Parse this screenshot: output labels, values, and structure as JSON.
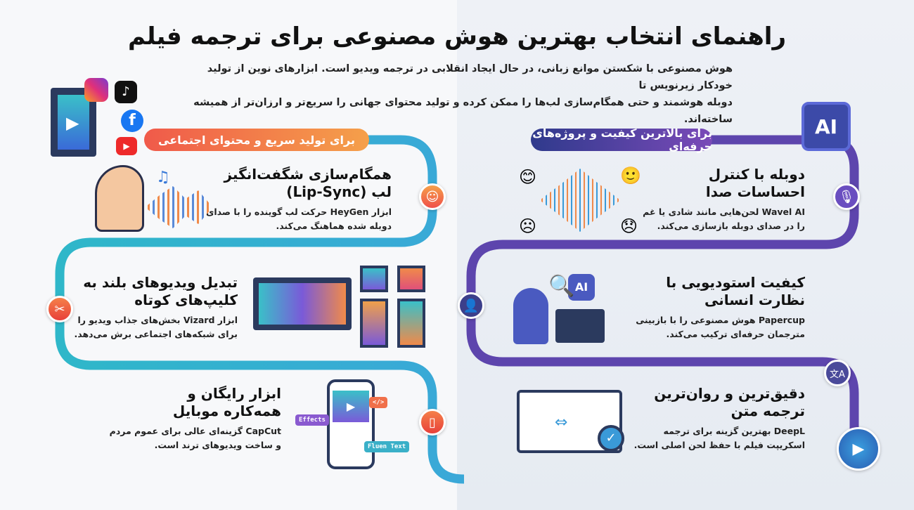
{
  "title": "راهنمای انتخاب بهترین هوش مصنوعی برای ترجمه فیلم",
  "intro": {
    "line1": "هوش مصنوعی با شکستن موانع زبانی، در حال ایجاد انقلابی در ترجمه ویدیو است. ابزارهای نوین از تولید خودکار زیرنویس تا",
    "line2": "دوبله هوشمند و حتی همگام‌سازی لب‌ها را ممکن کرده و تولید محتوای جهانی را سریع‌تر و ارزان‌تر از همیشه ساخته‌اند."
  },
  "left_section": {
    "label": "برای تولید سریع و محتوای اجتماعی",
    "color": "#f0704a",
    "items": [
      {
        "title1": "همگام‌سازی شگفت‌انگیز",
        "title2": "لب (Lip-Sync)",
        "body1": "ابزار HeyGen حرکت لب گوینده را با صدای",
        "body2": "دوبله شده هماهنگ می‌کند.",
        "icon": "smile-refresh-icon"
      },
      {
        "title1": "تبدیل ویدیوهای بلند به",
        "title2": "کلیپ‌های کوتاه",
        "body1": "ابزار Vizard بخش‌های جذاب ویدیو را",
        "body2": "برای شبکه‌های اجتماعی برش می‌دهد.",
        "icon": "scissors-icon"
      },
      {
        "title1": "ابزار رایگان و",
        "title2": "همه‌کاره موبایل",
        "body1": "CapCut گزینه‌ای عالی برای عموم مردم",
        "body2": "و ساخت ویدیوهای ترند است.",
        "icon": "mobile-video-icon"
      }
    ],
    "illustration_tags": {
      "effects": "Effects",
      "code": "</>",
      "text": "Fluen Text"
    }
  },
  "right_section": {
    "label": "برای بالاترین کیفیت و پروژه‌های حرفه‌ای",
    "color": "#5b3fa8",
    "chip_label": "AI",
    "items": [
      {
        "title1": "دوبله با کنترل",
        "title2": "احساسات صدا",
        "body1": "Wavel AI لحن‌هایی مانند شادی یا غم",
        "body2": "را در صدای دوبله بازسازی می‌کند.",
        "icon": "microphone-icon"
      },
      {
        "title1": "کیفیت استودیویی با",
        "title2": "نظارت انسانی",
        "body1": "Papercup هوش مصنوعی را با بازبینی",
        "body2": "مترجمان حرفه‌ای ترکیب می‌کند.",
        "icon": "user-icon"
      },
      {
        "title1": "دقیق‌ترین و روان‌ترین",
        "title2": "ترجمه متن",
        "body1": "DeepL بهترین گزینه برای ترجمه",
        "body2": "اسکریپت فیلم با حفظ لحن اصلی است.",
        "icon": "translate-icon"
      }
    ]
  }
}
